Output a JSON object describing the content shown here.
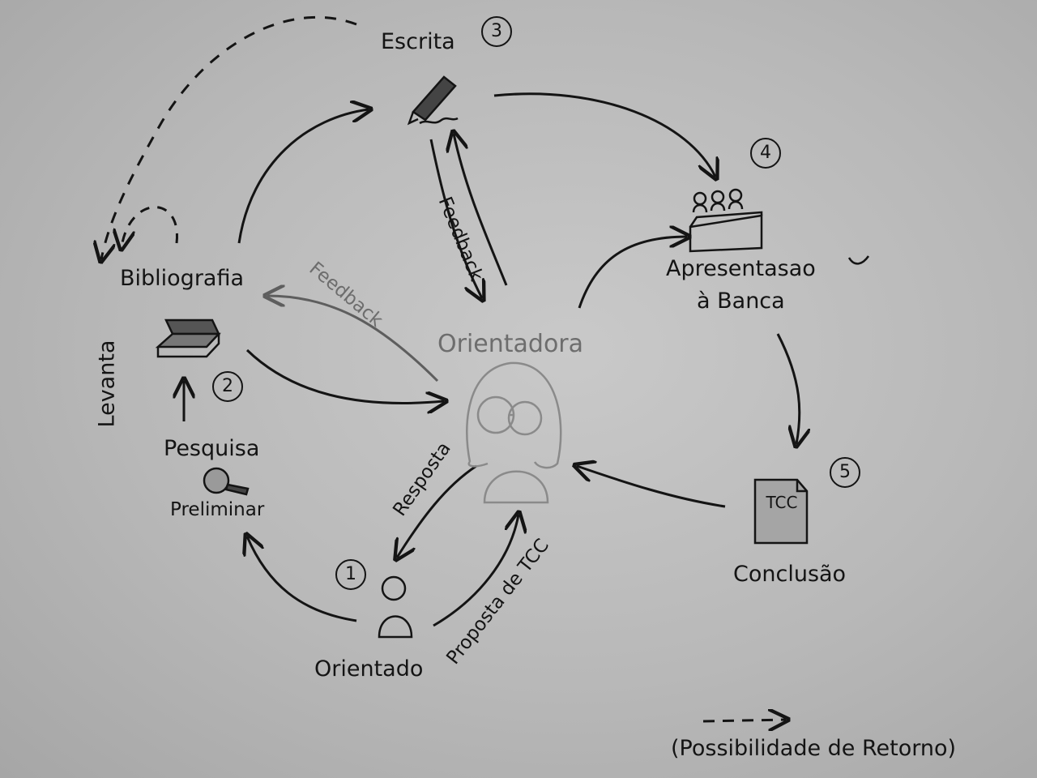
{
  "nodes": {
    "escrita": {
      "label": "Escrita",
      "step": "3"
    },
    "apresentacao": {
      "label_line1": "Apresentasao",
      "label_line2": "à Banca",
      "step": "4"
    },
    "conclusao": {
      "label": "Conclusão",
      "step": "5",
      "document_text": "TCC"
    },
    "orientadora": {
      "label": "Orientadora"
    },
    "orientado": {
      "label": "Orientado",
      "step": "1"
    },
    "levantamento": {
      "label_line1": "Levanta",
      "label_line2": "Bibliografia",
      "step": "2"
    },
    "pesquisa": {
      "label_line1": "Pesquisa",
      "label_line2": "Preliminar"
    }
  },
  "edges": {
    "feedback_escrita": "Feedback",
    "feedback_bibliografia": "Feedback",
    "resposta": "Resposta",
    "proposta": "Proposta de TCC"
  },
  "legend": {
    "text": "(Possibilidade de Retorno)"
  },
  "icons": [
    "pencil-icon",
    "book-icon",
    "magnifier-icon",
    "person-icon",
    "orientadora-figure",
    "banca-desk-icon",
    "document-icon"
  ]
}
